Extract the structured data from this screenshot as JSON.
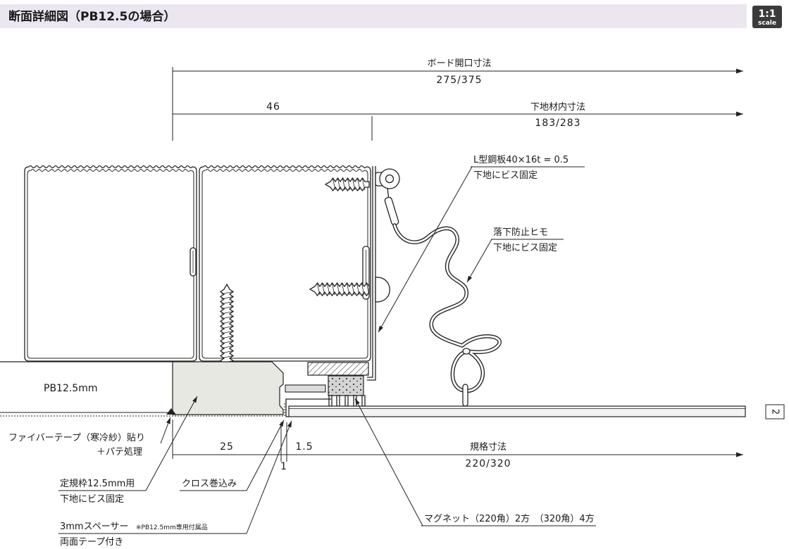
{
  "header": {
    "title": "断面詳細図（PB12.5の場合）",
    "scale_ratio": "1:1",
    "scale_label": "scale"
  },
  "dimensions": {
    "board_opening": {
      "label": "ボード開口寸法",
      "value": "275/375"
    },
    "offset": "46",
    "inner": {
      "label": "下地材内寸法",
      "value": "183/283"
    },
    "frame_width": "25",
    "gap": "1.5",
    "spacer": "1",
    "standard": {
      "label": "規格寸法",
      "value": "220/320"
    }
  },
  "callouts": {
    "l_bracket": {
      "line1": "L型鋼板40×16t = 0.5",
      "line2": "下地にビス固定"
    },
    "fall_cord": {
      "line1": "落下防止ヒモ",
      "line2": "下地にビス固定"
    },
    "board": "PB12.5mm",
    "fiber_tape": {
      "line1": "ファイバーテープ（寒冷紗）貼り",
      "line2": "＋パテ処理"
    },
    "ruler_frame": {
      "line1": "定規枠12.5mm用",
      "line2": "下地にビス固定"
    },
    "cloth": "クロス巻込み",
    "spacer": {
      "line1": "3mmスペーサー",
      "note": "※PB12.5mm専用付属品",
      "line2": "両面テープ付き"
    },
    "magnet": "マグネット（220角）2方　（320角）4方"
  },
  "page_tab": "2",
  "colors": {
    "header_band": "#ece6f0",
    "scale_badge": "#3b3b3b",
    "frame_fill": "#e8e8e3",
    "magnet_fill": "#d4d4d4",
    "panel_fill": "#f3f3f3"
  }
}
